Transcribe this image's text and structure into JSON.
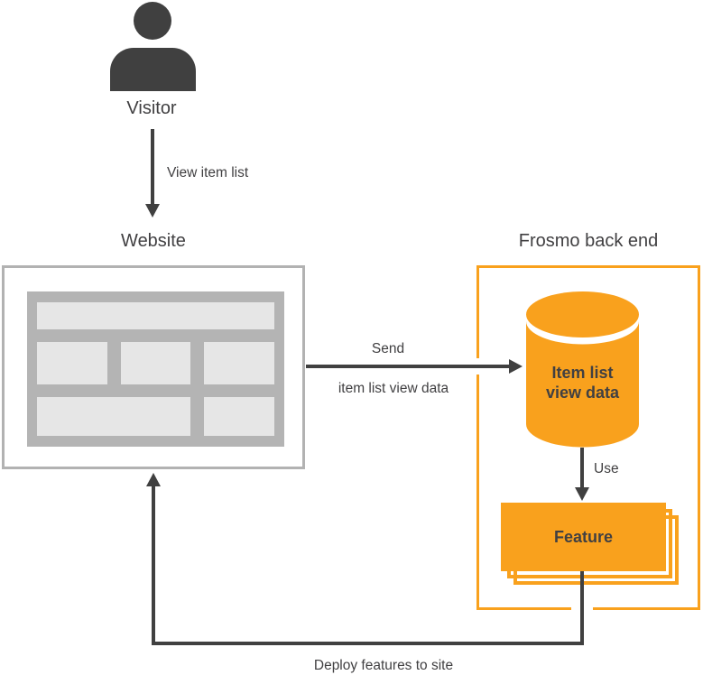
{
  "colors": {
    "orange": "#F9A11D",
    "dark": "#404040",
    "text": "#414042",
    "box_border_gray": "#B2B2B2",
    "wireframe_bg": "#B4B4B4",
    "wireframe_block": "#E6E6E6"
  },
  "nodes": {
    "visitor": {
      "label": "Visitor"
    },
    "website": {
      "label": "Website"
    },
    "backend": {
      "label": "Frosmo back end"
    },
    "datastore": {
      "line1": "Item list",
      "line2": "view data"
    },
    "feature": {
      "label": "Feature"
    }
  },
  "edges": {
    "view_item_list": {
      "label": "View item list"
    },
    "send": {
      "line1": "Send",
      "line2": "item list view data"
    },
    "use": {
      "label": "Use"
    },
    "deploy": {
      "label": "Deploy features to site"
    }
  }
}
